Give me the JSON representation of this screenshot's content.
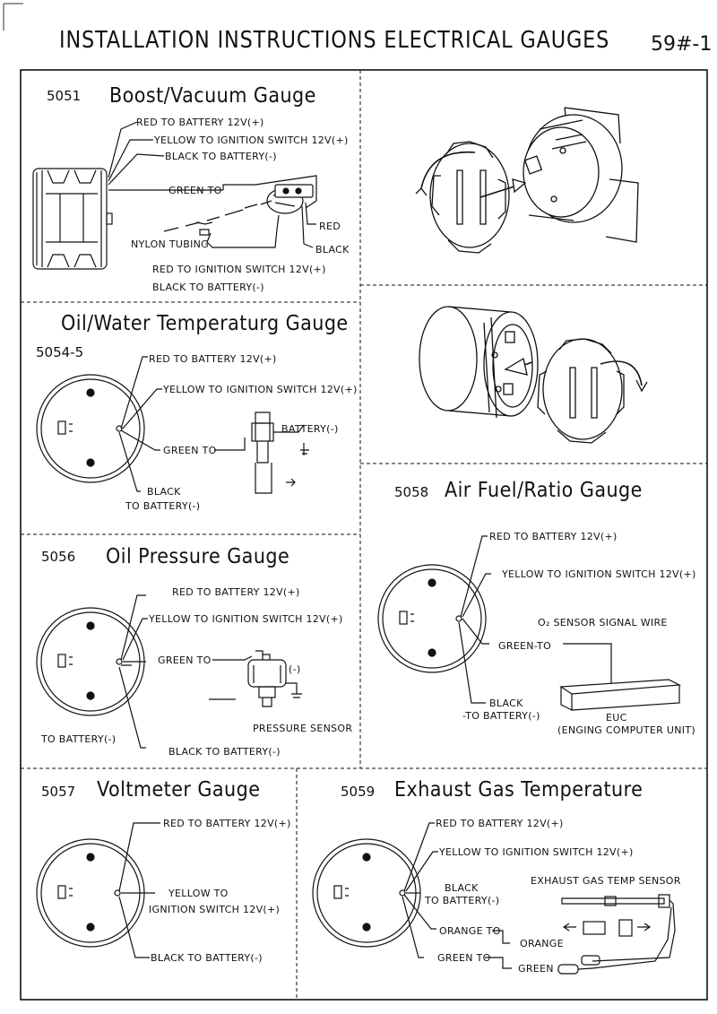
{
  "header": {
    "title": "INSTALLATION INSTRUCTIONS ELECTRICAL GAUGES",
    "page": "59#-1"
  },
  "boost": {
    "model": "5051",
    "title": "Boost/Vacuum Gauge",
    "red_battery": "RED TO BATTERY 12V(+)",
    "yellow_ignition": "YELLOW   TO IGNITION SWITCH 12V(+)",
    "black_battery": "BLACK   TO BATTERY(-)",
    "green_to": "GREEN TO",
    "red": "RED",
    "black": "BLACK",
    "nylon": "NYLON TUBING",
    "red_ignition": "RED   TO IGNITION SWITCH 12V(+)",
    "black_battery2": "BLACK   TO BATTERY(-)"
  },
  "temp": {
    "model": "5054-5",
    "title": "Oil/Water Temperaturg Gauge",
    "red_battery": "RED TO BATTERY 12V(+)",
    "yellow_ignition": "YELLOW   TO IGNITION SWITCH 12V(+)",
    "green_to": "GREEN TO",
    "battery_minus": "BATTERY(-)",
    "black": "BLACK",
    "to_battery": "TO BATTERY(-)"
  },
  "oil": {
    "model": "5056",
    "title": "Oil Pressure Gauge",
    "red_battery": "RED TO BATTERY 12V(+)",
    "yellow_ignition": "YELLOW TO IGNITION SWITCH 12V(+)",
    "green_to": "GREEN TO",
    "minus": "(-)",
    "sensor": "PRESSURE SENSOR",
    "to_battery": "TO BATTERY(-)",
    "black_battery": "BLACK TO BATTERY(-)"
  },
  "afr": {
    "model": "5058",
    "title": "Air Fuel/Ratio Gauge",
    "red_battery": "RED TO BATTERY 12V(+)",
    "yellow_ignition": "YELLOW   TO IGNITION SWITCH 12V(+)",
    "o2_label": "O₂  SENSOR SIGNAL WIRE",
    "green_to": "GREEN-TO",
    "black": "BLACK",
    "to_battery": "-TO BATTERY(-)",
    "euc": "EUC",
    "euc_full": "(ENGING COMPUTER UNIT)"
  },
  "volt": {
    "model": "5057",
    "title": "Voltmeter Gauge",
    "red_battery": "RED TO BATTERY 12V(+)",
    "yellow": "YELLOW   TO",
    "ignition": "IGNITION SWITCH 12V(+)",
    "black_battery": "BLACK  TO BATTERY(-)"
  },
  "egt": {
    "model": "5059",
    "title": "Exhaust Gas Temperature",
    "red_battery": "RED TO BATTERY 12V(+)",
    "yellow_ignition": "YELLOW   TO IGNITION SWITCH 12V(+)",
    "black": "BLACK",
    "to_battery": "TO BATTERY(-)",
    "sensor": "EXHAUST GAS TEMP SENSOR",
    "orange_to": "ORANGE TO",
    "orange": "ORANGE",
    "green_to": "GREEN TO",
    "green": "GREEN"
  }
}
